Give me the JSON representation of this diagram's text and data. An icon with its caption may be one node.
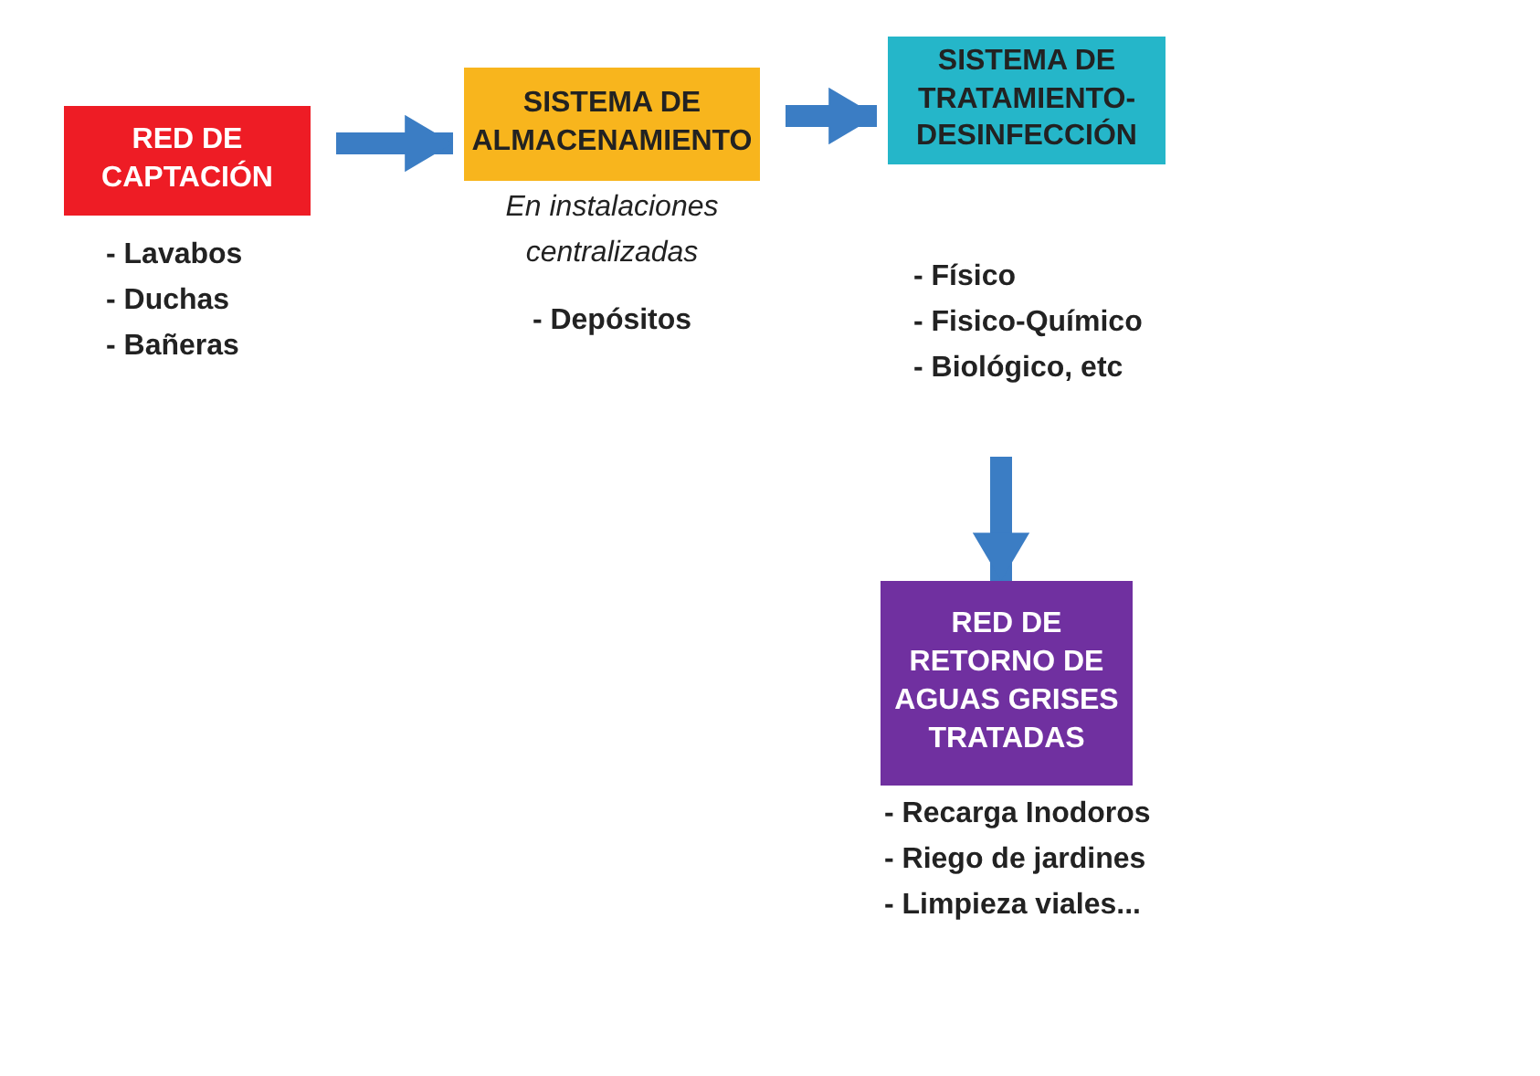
{
  "diagram": {
    "nodes": [
      {
        "text": [
          "RED DE CAPTACIÓN"
        ],
        "beside": [
          "- Lavabos",
          "- Duchas",
          "- Bañeras"
        ]
      },
      {
        "text": [
          "SISTEMA DE ALMACENAMIENTO"
        ],
        "beside": [
          "En instalaciones centralizadas",
          "- Depósitos"
        ]
      },
      {
        "text": [
          "SISTEMA DE TRATAMIENTO-DESINFECCIÓN"
        ],
        "beside": [
          "- Físico",
          "- Fisico-Químico",
          "- Biológico, etc"
        ]
      },
      {
        "text": [
          "RED DE RETORNO DE AGUAS GRISES TRATADAS"
        ],
        "beside": [
          "- Recarga Inodoros",
          "- Riego de jardines",
          "- Limpieza viales..."
        ]
      }
    ],
    "edges": [
      {
        "from": 0,
        "to": 1,
        "arrow": "to"
      },
      {
        "from": 1,
        "to": 2,
        "arrow": "to"
      },
      {
        "from": 2,
        "to": 3,
        "arrow": "to"
      }
    ]
  }
}
